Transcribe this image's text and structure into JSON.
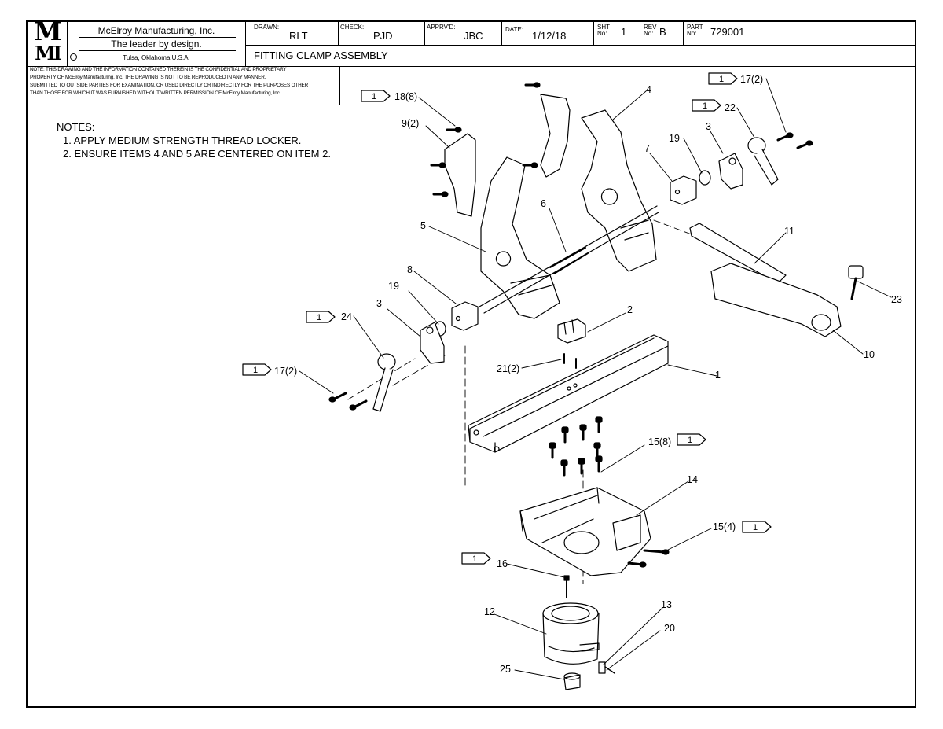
{
  "title_block": {
    "logo_top": "M",
    "logo_bottom": "MI",
    "company": "McElroy Manufacturing, Inc.",
    "slogan": "The leader by design.",
    "location": "Tulsa, Oklahoma U.S.A.",
    "drawn_label": "DRAWN:",
    "drawn_value": "RLT",
    "check_label": "CHECK:",
    "check_value": "PJD",
    "apprvd_label": "APPRV'D:",
    "apprvd_value": "JBC",
    "date_label": "DATE:",
    "date_value": "1/12/18",
    "sht_label_1": "SHT",
    "sht_label_2": "No:",
    "sht_value": "1",
    "rev_label_1": "REV",
    "rev_label_2": "No:",
    "rev_value": "B",
    "part_label_1": "PART",
    "part_label_2": "No:",
    "part_value": "729001",
    "drawing_title": "FITTING CLAMP ASSEMBLY"
  },
  "confidential_note": [
    "NOTE: THIS DRAWING AND THE INFORMATION CONTAINED THEREIN IS THE CONFIDENTIAL AND PROPRIETARY",
    "PROPERTY OF McElroy Manufacturing, Inc. THE DRAWING IS NOT TO BE REPRODUCED IN ANY MANNER,",
    "SUBMITTED TO OUTSIDE PARTIES FOR EXAMINATION, OR USED DIRECTLY OR INDIRECTLY FOR THE PURPOSES OTHER",
    "THAN THOSE FOR WHICH IT WAS FURNISHED WITHOUT WRITTEN PERMISSION OF McElroy Manufacturing, Inc."
  ],
  "notes": {
    "heading": "NOTES:",
    "items": [
      "1. APPLY MEDIUM STRENGTH THREAD LOCKER.",
      "2. ENSURE ITEMS 4 AND 5 ARE CENTERED ON ITEM 2."
    ]
  },
  "flag_note": "1",
  "callouts": {
    "c1": "1",
    "c2": "2",
    "c3a": "3",
    "c3b": "3",
    "c4": "4",
    "c5": "5",
    "c6": "6",
    "c7": "7",
    "c8": "8",
    "c9": "9(2)",
    "c10": "10",
    "c11": "11",
    "c12": "12",
    "c13": "13",
    "c14": "14",
    "c15a": "15(8)",
    "c15b": "15(4)",
    "c16": "16",
    "c17a": "17(2)",
    "c17b": "17(2)",
    "c18": "18(8)",
    "c19a": "19",
    "c19b": "19",
    "c20": "20",
    "c21": "21(2)",
    "c22": "22",
    "c23": "23",
    "c24": "24",
    "c25": "25"
  }
}
